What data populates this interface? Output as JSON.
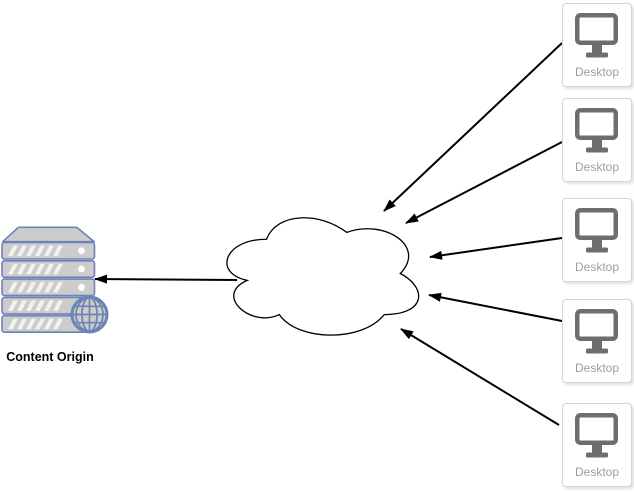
{
  "diagram_type": "network-topology",
  "background": "#ffffff",
  "origin": {
    "label": "Content Origin",
    "icons": [
      "server-stack-icon",
      "globe-icon"
    ]
  },
  "network_cloud": {
    "shape": "cloud",
    "label": ""
  },
  "clients": [
    {
      "label": "Desktop",
      "icon": "desktop-monitor-icon"
    },
    {
      "label": "Desktop",
      "icon": "desktop-monitor-icon"
    },
    {
      "label": "Desktop",
      "icon": "desktop-monitor-icon"
    },
    {
      "label": "Desktop",
      "icon": "desktop-monitor-icon"
    },
    {
      "label": "Desktop",
      "icon": "desktop-monitor-icon"
    }
  ],
  "edges": [
    {
      "from": "desktop-1",
      "to": "cloud",
      "arrow": "into-cloud"
    },
    {
      "from": "desktop-2",
      "to": "cloud",
      "arrow": "into-cloud"
    },
    {
      "from": "desktop-3",
      "to": "cloud",
      "arrow": "into-cloud"
    },
    {
      "from": "desktop-4",
      "to": "cloud",
      "arrow": "into-cloud"
    },
    {
      "from": "desktop-5",
      "to": "cloud",
      "arrow": "into-cloud"
    },
    {
      "from": "cloud",
      "to": "content-origin",
      "arrow": "into-origin"
    }
  ],
  "colors": {
    "arrow": "#000000",
    "cloud_stroke": "#000000",
    "cloud_fill": "#ffffff",
    "server_stroke": "#6d82b6",
    "server_fill": "#cccccc",
    "server_stripe": "#f2f2f2",
    "monitor_gray": "#6e6e6e",
    "client_label": "#9e9e9e",
    "origin_label": "#000000",
    "card_border": "#d5d5d5"
  }
}
